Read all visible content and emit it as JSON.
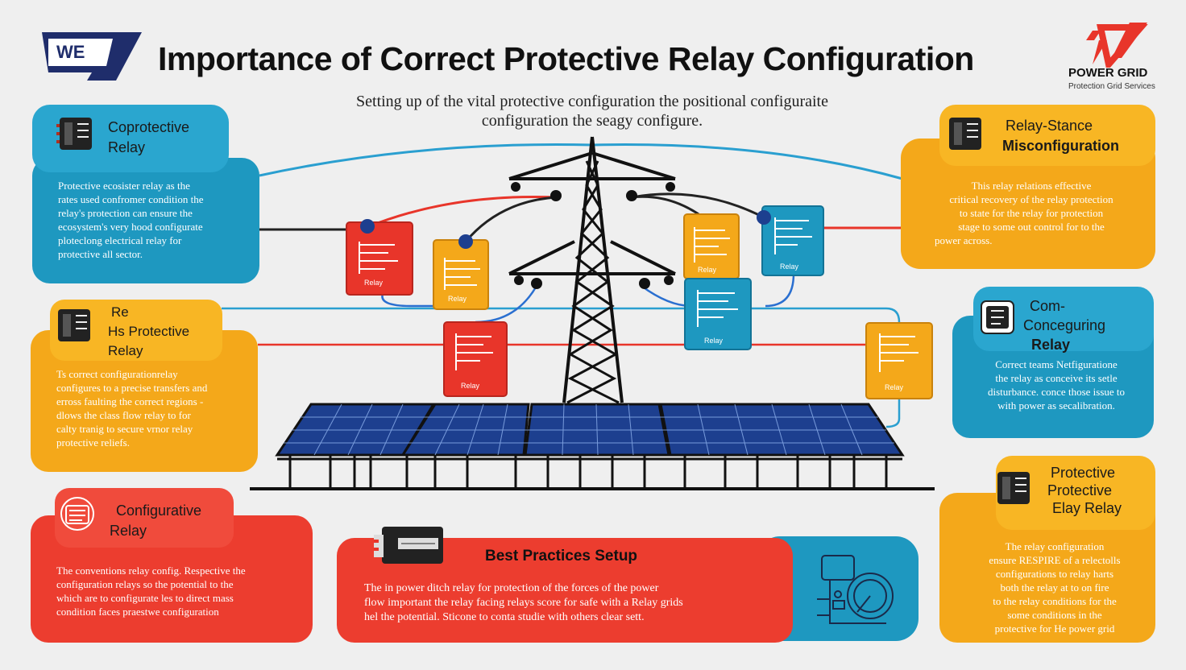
{
  "header": {
    "logo_left_text": "WE",
    "title": "Importance of Correct Protective Relay Configuration",
    "subtitle_line1": "Setting up of the vital protective configuration the positional configuraite",
    "subtitle_line2": "configuration the seagy configure.",
    "logo_right_line1": "POWER GRID",
    "logo_right_line2": "Protection Grid Services"
  },
  "cards": {
    "left1": {
      "title_line1": "Coprotective",
      "title_line2": "Relay",
      "body": [
        "Protective ecosister relay as the",
        "rates used confromer condition the",
        "relay's protection can ensure the",
        "ecosystem's very hood configurate",
        "ploteclong electrical relay for",
        "protective all sector."
      ]
    },
    "left2": {
      "title_line1": "Re",
      "title_line2": "Hs Protective",
      "title_line3": "Relay",
      "body": [
        "Ts correct configurationrelay",
        "configures to a precise transfers and",
        "erross faulting the correct regions -",
        "dlows the class flow relay to for",
        "calty tranig to secure vrnor relay",
        "protective reliefs."
      ]
    },
    "left3": {
      "title_line1": "Configurative",
      "title_line2": "Relay",
      "body": [
        "The conventions relay config. Respective the",
        "configuration relays so the potential to the",
        "which are to configurate les to direct mass",
        "condition faces praestwe configuration"
      ]
    },
    "right1": {
      "title_line1": "Relay-Stance",
      "title_line2": "Misconfiguration",
      "body": [
        "This relay relations effective",
        "critical recovery of the relay protection",
        "to state for the relay for protection",
        "stage to some out control for to the",
        "power across."
      ]
    },
    "right2": {
      "title_line1": "Com-",
      "title_line2": "Conceguring",
      "title_line3": "Relay",
      "body": [
        "Correct teams Netfiguratione",
        "the relay as conceive its setle",
        "disturbance. conce those issue to",
        "with power as secalibration."
      ]
    },
    "right3": {
      "title_line1": "Protective",
      "title_line2": "Protective",
      "title_line3": "Elay Relay",
      "body": [
        "The relay configuration",
        "ensure RESPIRE of a relectolls",
        "configurations to relay harts",
        "both the relay at to on fire",
        "to the relay conditions for the",
        "some conditions in the",
        "protective for He power grid"
      ]
    }
  },
  "best_practices": {
    "title": "Best Practices Setup",
    "body": [
      "The in power ditch relay for protection of the forces of the power",
      "flow important the relay facing relays score for safe with a Relay grids",
      "hel the potential. Sticone to conta studie with others clear sett."
    ]
  },
  "relay_modules": [
    {
      "label": "Relay"
    },
    {
      "label": "Relay"
    },
    {
      "label": "Relay"
    },
    {
      "label": "Relay"
    },
    {
      "label": "Relay"
    },
    {
      "label": "Relay"
    },
    {
      "label": "Relay"
    }
  ],
  "colors": {
    "blue": "#1e98c0",
    "orange": "#f4a81a",
    "red": "#ec3d2f",
    "navy": "#1f2d6b",
    "panel_blue": "#1d3f8f",
    "background": "#efefef"
  },
  "icons": [
    "relay-icon",
    "gauge-icon",
    "transmission-tower-icon",
    "solar-panel-icon"
  ]
}
